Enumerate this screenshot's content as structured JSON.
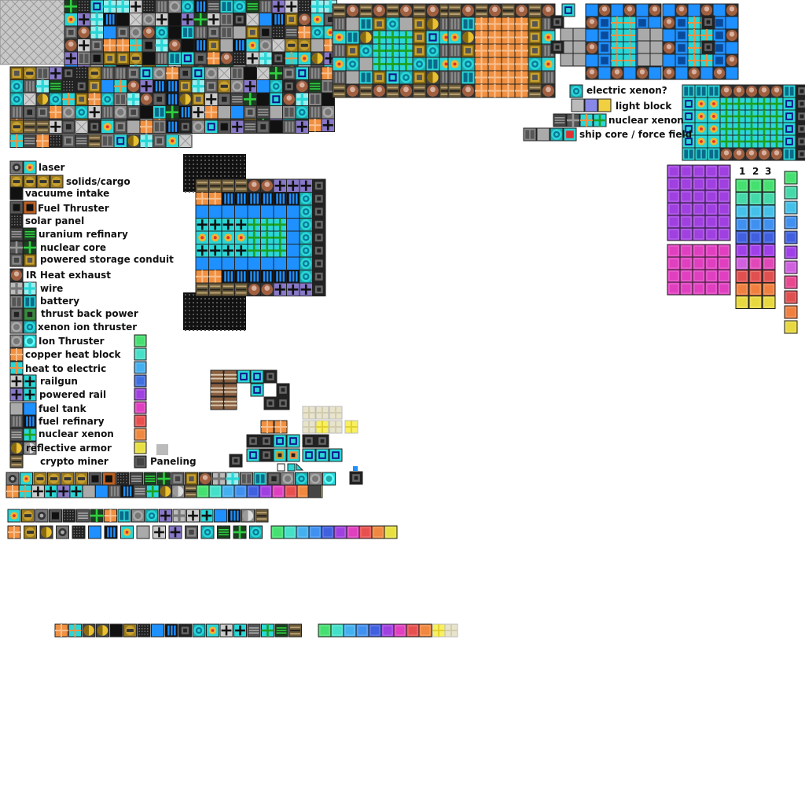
{
  "legend": {
    "items": [
      {
        "label": "laser",
        "icons": [
          "laser",
          "laser2"
        ]
      },
      {
        "label": "solids/cargo",
        "icons": [
          "cargo",
          "cargo",
          "cargo",
          "cargo"
        ]
      },
      {
        "label": "vacuume intake",
        "icons": [
          "intake"
        ]
      },
      {
        "label": "Fuel Thruster",
        "icons": [
          "fuelthruster",
          "fuelthruster2"
        ]
      },
      {
        "label": "solar panel",
        "icons": [
          "solar"
        ]
      },
      {
        "label": "uranium refinary",
        "icons": [
          "uranium",
          "uranium2"
        ]
      },
      {
        "label": "nuclear core",
        "icons": [
          "nuccore",
          "nuccore2"
        ]
      },
      {
        "label": "powered storage conduit",
        "icons": [
          "conduit",
          "conduit2"
        ]
      },
      {
        "label": "IR Heat exhaust",
        "icons": [
          "exhaust"
        ]
      },
      {
        "label": "wire",
        "icons": [
          "wire",
          "wire2"
        ]
      },
      {
        "label": "battery",
        "icons": [
          "battery",
          "battery2"
        ]
      },
      {
        "label": "thrust back power",
        "icons": [
          "thrustback",
          "thrustback2"
        ]
      },
      {
        "label": "xenon ion thruster",
        "icons": [
          "ion",
          "xenon"
        ]
      },
      {
        "label": "Ion Thruster",
        "icons": [
          "ion",
          "ion2"
        ]
      },
      {
        "label": "copper heat block",
        "icons": [
          "copper"
        ]
      },
      {
        "label": "heat to electric",
        "icons": [
          "heatelec"
        ]
      },
      {
        "label": "railgun",
        "icons": [
          "railgun",
          "railgun2"
        ]
      },
      {
        "label": "powered rail",
        "icons": [
          "rail",
          "rail2"
        ]
      },
      {
        "label": "fuel tank",
        "icons": [
          "tank",
          "tank2"
        ]
      },
      {
        "label": "fuel refinary",
        "icons": [
          "refinery",
          "refinery2"
        ]
      },
      {
        "label": "nuclear xenon",
        "icons": [
          "nucxenon",
          "nucxenon2"
        ]
      },
      {
        "label": "reflective armor",
        "icons": [
          "armor",
          "armor2"
        ]
      },
      {
        "label": "crypto miner",
        "icons": [
          "crypto"
        ]
      }
    ],
    "paneling_label": "Paneling"
  },
  "top_right_legend": [
    {
      "label": "electric xenon?"
    },
    {
      "label": "light block"
    },
    {
      "label": "nuclear xenon"
    },
    {
      "label": "ship core / force field"
    }
  ],
  "palette_headers": [
    "1",
    "2",
    "3"
  ],
  "colors": {
    "swatch_column": [
      "#45e070",
      "#45e0c8",
      "#45b0f0",
      "#4070e0",
      "#a040e0",
      "#e040c0",
      "#e85050",
      "#f08840",
      "#e8e040"
    ],
    "palette": [
      "#45e070",
      "#45d8a8",
      "#45c0e8",
      "#4090f0",
      "#4060e0",
      "#a040e8",
      "#d060e0",
      "#e84890",
      "#e05050",
      "#f08040",
      "#e8d840"
    ],
    "light_block": [
      "#bbbbbb",
      "#8888e8",
      "#f0d040"
    ],
    "purple_grid": "#a040e0",
    "magenta_grid": "#e040c0",
    "paneling": "#444444",
    "paneling_light": "#bbbbbb"
  }
}
